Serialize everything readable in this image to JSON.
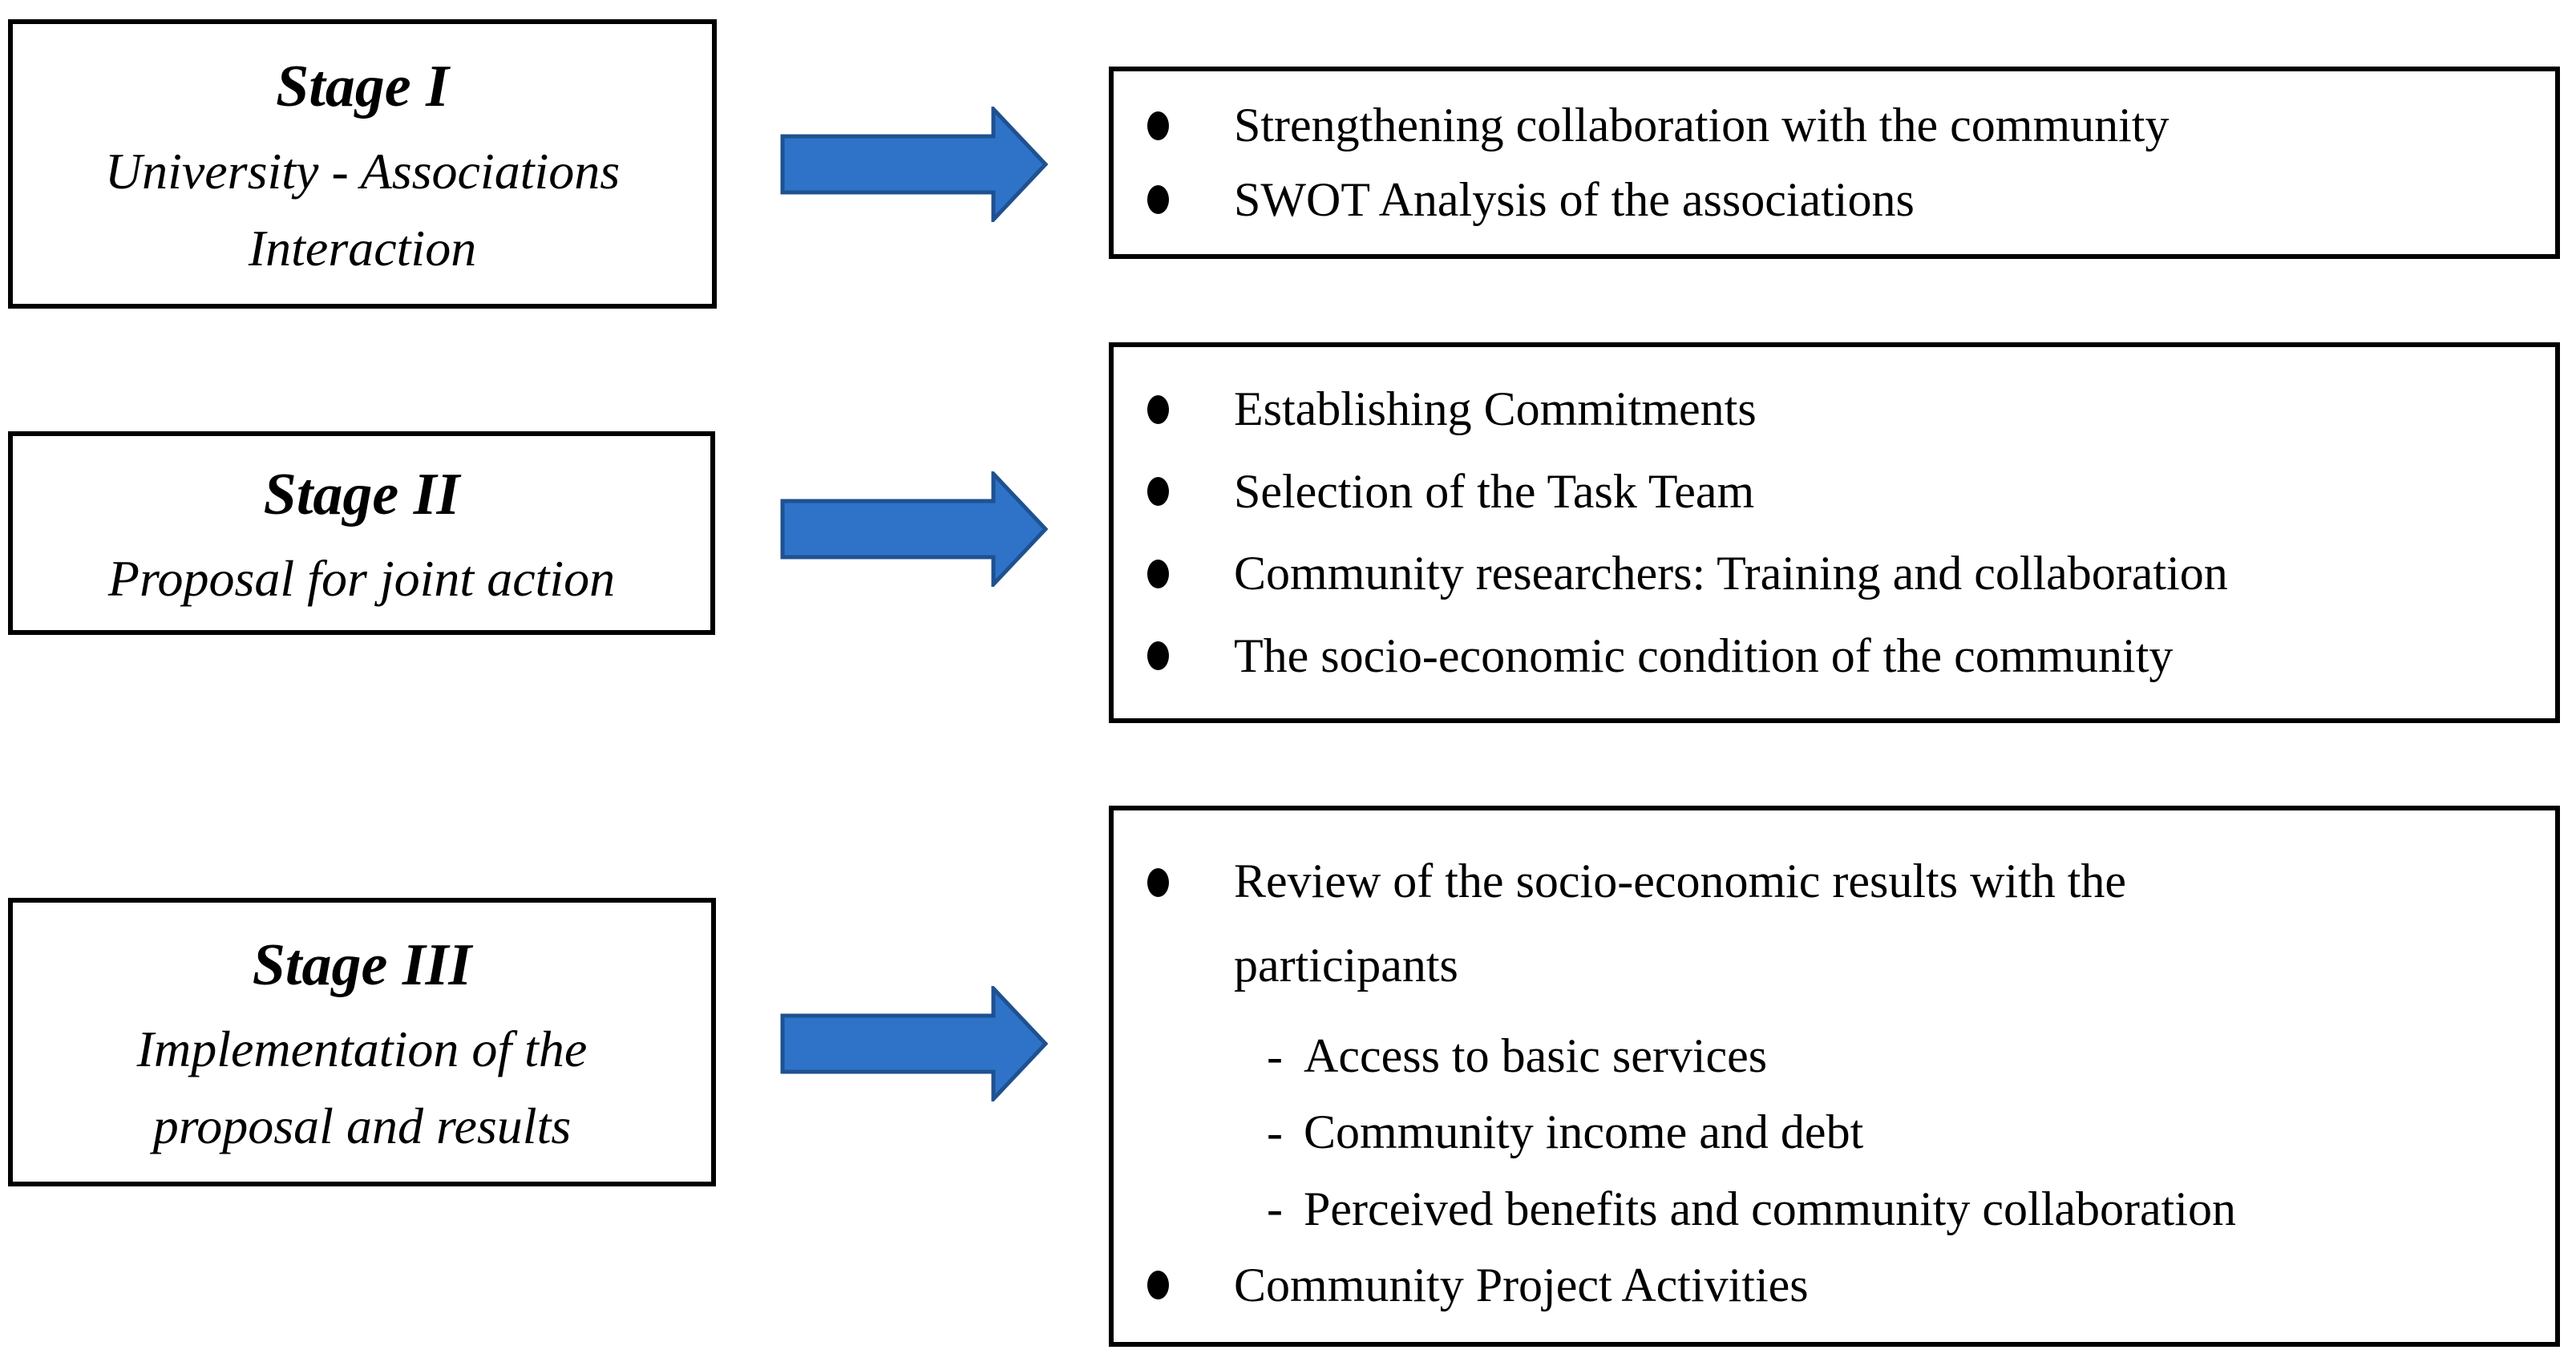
{
  "figure": {
    "background": "#FFFFFF"
  },
  "colors": {
    "box_border": "#000000",
    "text": "#000000",
    "arrow_fill": "#2E73C8",
    "arrow_stroke": "#1F5191"
  },
  "markers": {
    "dash": "-"
  },
  "stages": [
    {
      "title": "Stage I",
      "subtitle_lines": [
        "University - Associations",
        "Interaction"
      ],
      "items": [
        {
          "type": "bullet",
          "text": "Strengthening collaboration with the community"
        },
        {
          "type": "bullet",
          "text": "SWOT Analysis of the associations"
        }
      ]
    },
    {
      "title": "Stage II",
      "subtitle_lines": [
        "Proposal for joint action"
      ],
      "items": [
        {
          "type": "bullet",
          "text": "Establishing Commitments"
        },
        {
          "type": "bullet",
          "text": "Selection of the Task Team"
        },
        {
          "type": "bullet",
          "text": "Community researchers: Training and collaboration"
        },
        {
          "type": "bullet",
          "text": "The socio-economic condition of the community"
        }
      ]
    },
    {
      "title": "Stage III",
      "subtitle_lines": [
        "Implementation of the",
        "proposal and results"
      ],
      "items": [
        {
          "type": "bullet",
          "text": "Review of the socio-economic results with the participants"
        },
        {
          "type": "dash",
          "text": "Access to basic services"
        },
        {
          "type": "dash",
          "text": "Community income and debt"
        },
        {
          "type": "dash",
          "text": "Perceived benefits and community collaboration"
        },
        {
          "type": "bullet",
          "text": "Community Project Activities"
        }
      ]
    }
  ]
}
